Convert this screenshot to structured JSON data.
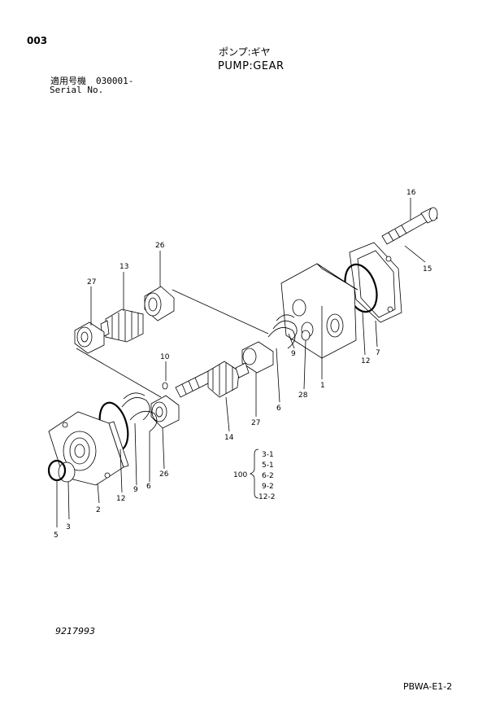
{
  "header": {
    "page_number": "003",
    "title_jp": "ポンプ:ギヤ",
    "title_en": "PUMP:GEAR",
    "serial_label_jp": "適用号機",
    "serial_range": "030001-",
    "serial_label_en": "Serial No."
  },
  "callouts": {
    "c16": "16",
    "c15": "15",
    "c26a": "26",
    "c13": "13",
    "c27a": "27",
    "c12a": "12",
    "c7": "7",
    "c10": "10",
    "c9a": "9",
    "c28": "28",
    "c1": "1",
    "c6a": "6",
    "c27b": "27",
    "c14": "14",
    "c12b": "12",
    "c9b": "9",
    "c6b": "6",
    "c26b": "26",
    "c2": "2",
    "c5": "5",
    "c3": "3"
  },
  "kit": {
    "number": "100",
    "items": [
      "3-1",
      "5-1",
      "6-2",
      "9-2",
      "12-2"
    ]
  },
  "footer": {
    "drawing_number": "9217993",
    "sheet_code": "PBWA-E1-2"
  }
}
